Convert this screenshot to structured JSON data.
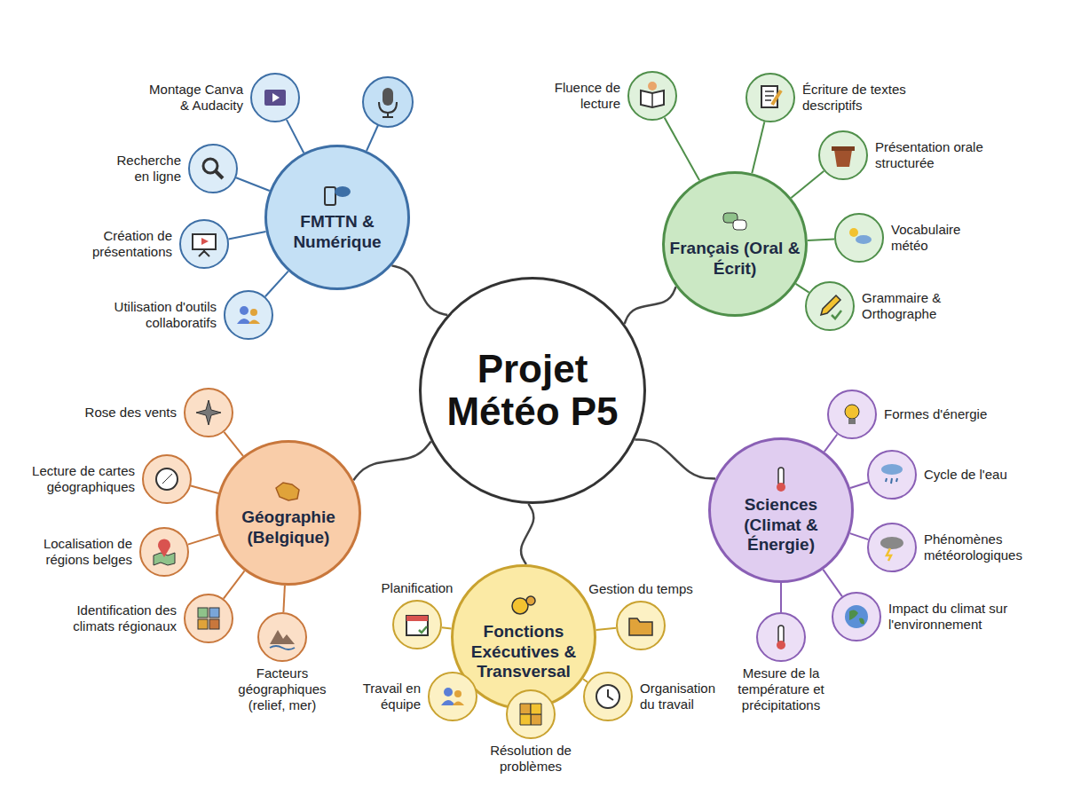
{
  "diagram": {
    "title": "Projet Météo P5",
    "nodes": [
      {
        "text": [
          "Projet Météo P5"
        ]
      },
      {
        "text": [
          "FMTTN & Numérique"
        ]
      },
      {
        "text": [
          "Montage Canva & Audacity"
        ]
      },
      {
        "text": [
          "Recherche en ligne"
        ]
      },
      {
        "text": [
          "Création de présentations"
        ]
      },
      {
        "text": [
          "Utilisation d'outils collaboratifs"
        ]
      },
      {
        "text": [
          "Français (Oral & Écrit)"
        ]
      },
      {
        "text": [
          "Fluence de lecture"
        ]
      },
      {
        "text": [
          "Écriture de textes descriptifs"
        ]
      },
      {
        "text": [
          "Présentation orale structurée"
        ]
      },
      {
        "text": [
          "Vocabulaire météo"
        ]
      },
      {
        "text": [
          "Grammaire & Orthographe"
        ]
      },
      {
        "text": [
          "Géographie (Belgique)"
        ]
      },
      {
        "text": [
          "Rose des vents"
        ]
      },
      {
        "text": [
          "Lecture de cartes géographiques"
        ]
      },
      {
        "text": [
          "Localisation de régions belges"
        ]
      },
      {
        "text": [
          "Identification des climats régionaux"
        ]
      },
      {
        "text": [
          "Facteurs géographiques (relief, mer)"
        ]
      },
      {
        "text": [
          "Fonctions Exécutives & Transversal"
        ]
      },
      {
        "text": [
          "Planification"
        ]
      },
      {
        "text": [
          "Gestion du temps"
        ]
      },
      {
        "text": [
          "Travail en équipe"
        ]
      },
      {
        "text": [
          "Résolution de problèmes"
        ]
      },
      {
        "text": [
          "Organisation du travail"
        ]
      },
      {
        "text": [
          "Sciences (Climat & Énergie)"
        ]
      },
      {
        "text": [
          "Formes d'énergie"
        ]
      },
      {
        "text": [
          "Cycle de l'eau"
        ]
      },
      {
        "text": [
          "Phénomènes météorologiques"
        ]
      },
      {
        "text": [
          "Impact du climat sur l'environnement"
        ]
      },
      {
        "text": [
          "Mesure de la température et précipitations"
        ]
      }
    ],
    "edges": [
      {
        "from": 0,
        "to": 1,
        "arrow": "none"
      },
      {
        "from": 0,
        "to": 6,
        "arrow": "none"
      },
      {
        "from": 0,
        "to": 12,
        "arrow": "none"
      },
      {
        "from": 0,
        "to": 18,
        "arrow": "none"
      },
      {
        "from": 0,
        "to": 24,
        "arrow": "none"
      },
      {
        "from": 1,
        "to": 2,
        "arrow": "none"
      },
      {
        "from": 1,
        "to": 3,
        "arrow": "none"
      },
      {
        "from": 1,
        "to": 4,
        "arrow": "none"
      },
      {
        "from": 1,
        "to": 5,
        "arrow": "none"
      },
      {
        "from": 6,
        "to": 7,
        "arrow": "none"
      },
      {
        "from": 6,
        "to": 8,
        "arrow": "none"
      },
      {
        "from": 6,
        "to": 9,
        "arrow": "none"
      },
      {
        "from": 6,
        "to": 10,
        "arrow": "none"
      },
      {
        "from": 6,
        "to": 11,
        "arrow": "none"
      },
      {
        "from": 12,
        "to": 13,
        "arrow": "none"
      },
      {
        "from": 12,
        "to": 14,
        "arrow": "none"
      },
      {
        "from": 12,
        "to": 15,
        "arrow": "none"
      },
      {
        "from": 12,
        "to": 16,
        "arrow": "none"
      },
      {
        "from": 12,
        "to": 17,
        "arrow": "none"
      },
      {
        "from": 18,
        "to": 19,
        "arrow": "none"
      },
      {
        "from": 18,
        "to": 20,
        "arrow": "none"
      },
      {
        "from": 18,
        "to": 21,
        "arrow": "none"
      },
      {
        "from": 18,
        "to": 22,
        "arrow": "none"
      },
      {
        "from": 18,
        "to": 23,
        "arrow": "none"
      },
      {
        "from": 24,
        "to": 25,
        "arrow": "none"
      },
      {
        "from": 24,
        "to": 26,
        "arrow": "none"
      },
      {
        "from": 24,
        "to": 27,
        "arrow": "none"
      },
      {
        "from": 24,
        "to": 28,
        "arrow": "none"
      },
      {
        "from": 24,
        "to": 29,
        "arrow": "none"
      }
    ]
  }
}
